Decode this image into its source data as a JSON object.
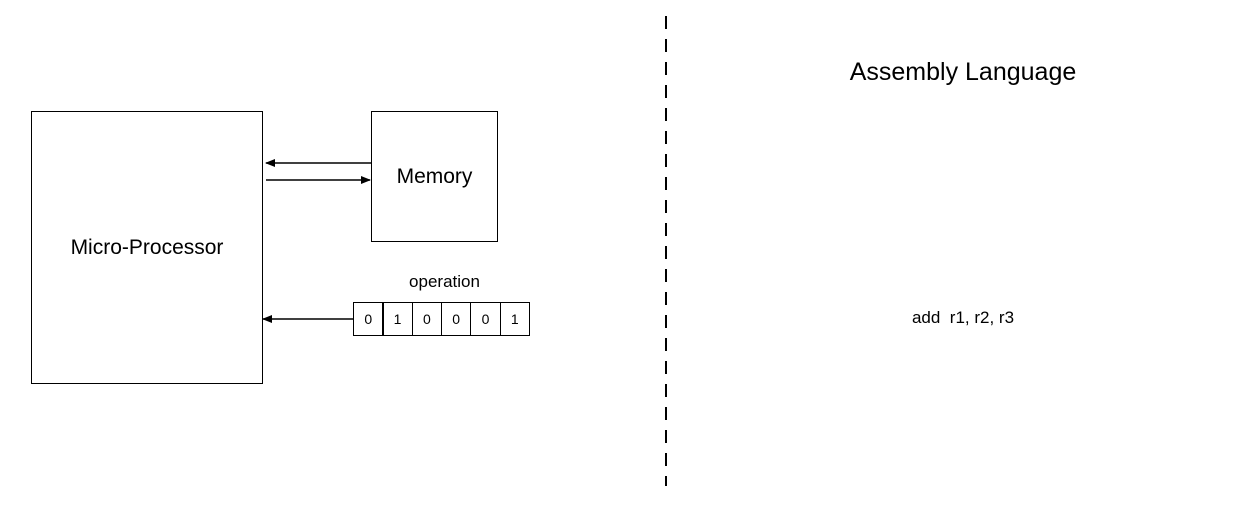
{
  "left_panel": {
    "processor_label": "Micro-Processor",
    "memory_label": "Memory",
    "operation_label": "operation",
    "operation_bits": [
      "0",
      "1",
      "0",
      "0",
      "0",
      "1"
    ]
  },
  "right_panel": {
    "title": "Assembly Language",
    "instruction": "add  r1, r2, r3"
  }
}
